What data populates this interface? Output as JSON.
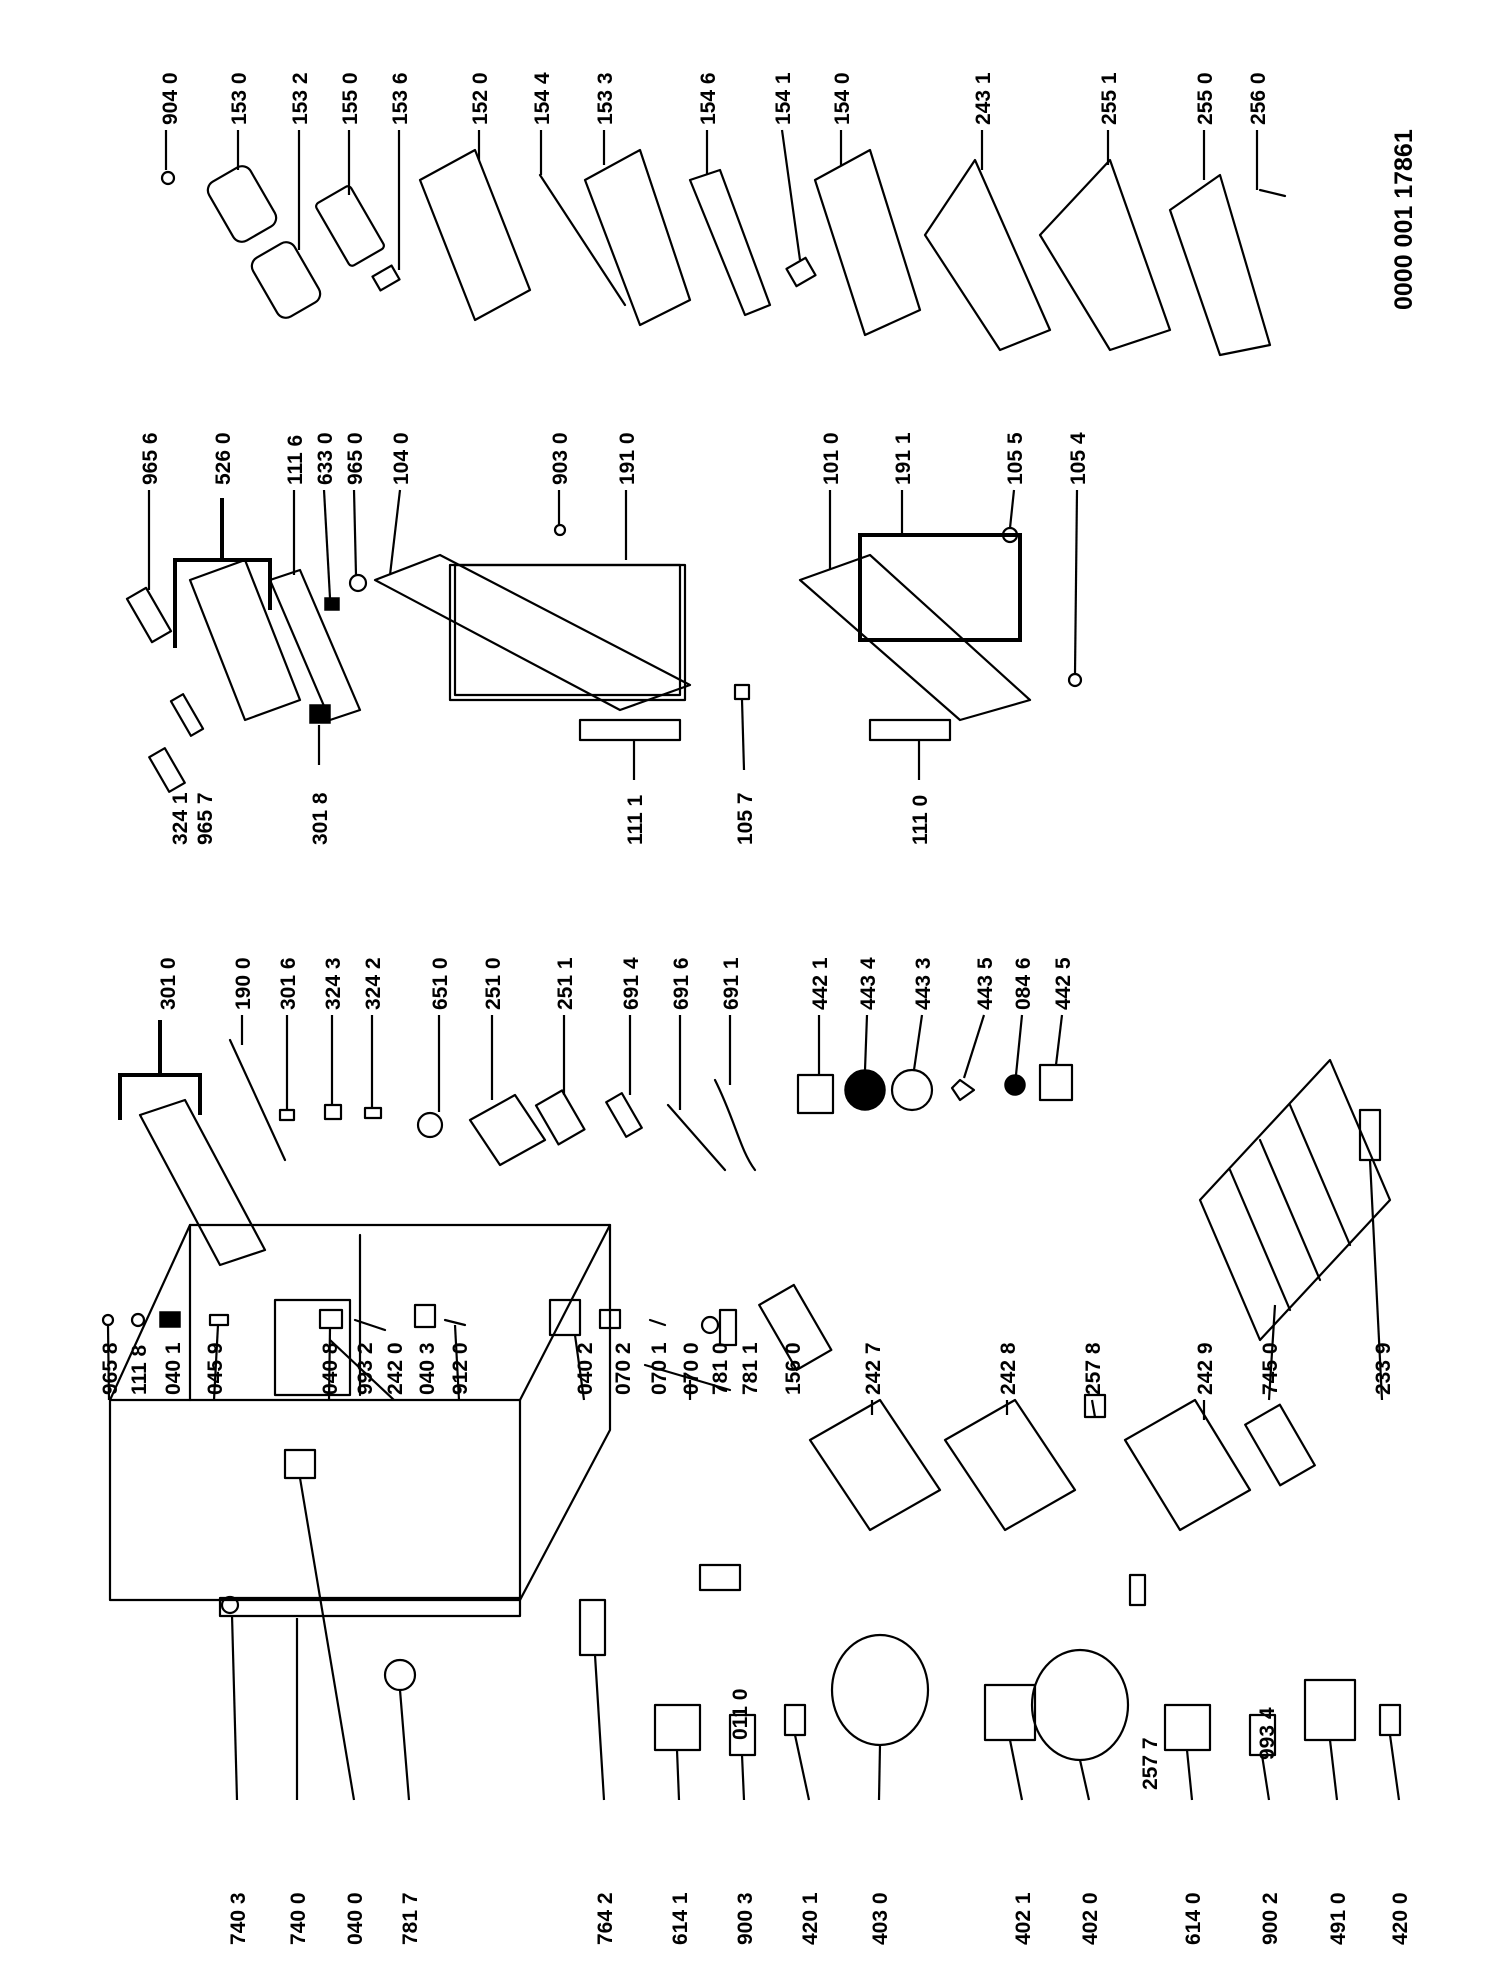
{
  "document_number": "0000 001 17861",
  "part_numbers": [
    "904 0",
    "153 0",
    "153 2",
    "155 0",
    "153 6",
    "152 0",
    "154 4",
    "153 3",
    "154 6",
    "154 1",
    "154 0",
    "243 1",
    "255 1",
    "255 0",
    "256 0",
    "965 6",
    "526 0",
    "111 6",
    "633 0",
    "965 0",
    "104 0",
    "903 0",
    "191 0",
    "101 0",
    "191 1",
    "105 5",
    "105 4",
    "324 1",
    "965 7",
    "301 8",
    "111 1",
    "105 7",
    "111 0",
    "301 0",
    "190 0",
    "301 6",
    "324 3",
    "324 2",
    "651 0",
    "251 0",
    "251 1",
    "691 4",
    "691 6",
    "691 1",
    "442 1",
    "443 4",
    "443 3",
    "443 5",
    "084 6",
    "442 5",
    "965 8",
    "111 8",
    "040 1",
    "045 9",
    "040 8",
    "993 2",
    "242 0",
    "040 3",
    "912 0",
    "040 2",
    "070 2",
    "070 1",
    "070 0",
    "781 0",
    "781 1",
    "156 0",
    "242 7",
    "242 8",
    "257 8",
    "242 9",
    "745 0",
    "233 9",
    "740 3",
    "740 0",
    "040 0",
    "781 7",
    "764 2",
    "614 1",
    "900 3",
    "420 1",
    "403 0",
    "011 0",
    "257 7",
    "993 4",
    "402 1",
    "402 0",
    "614 0",
    "900 2",
    "491 0",
    "420 0"
  ],
  "colors": {
    "ink": "#000000",
    "paper": "#ffffff"
  }
}
